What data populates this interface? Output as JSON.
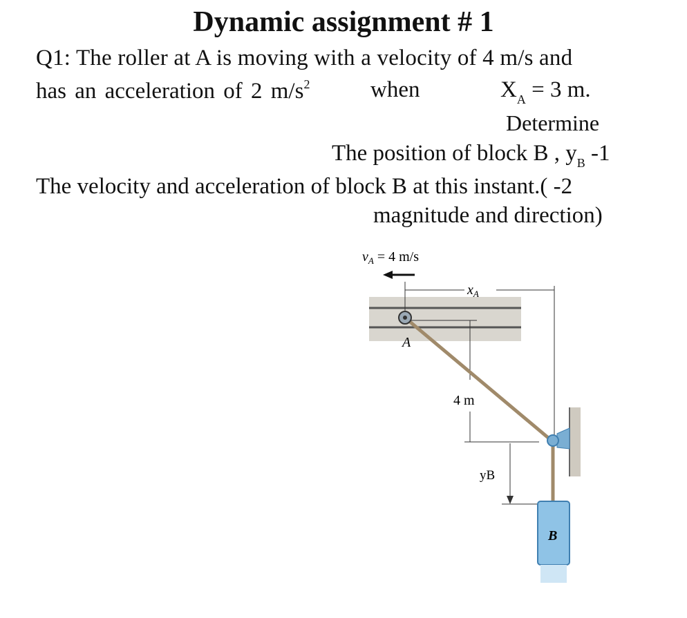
{
  "document": {
    "title": "Dynamic assignment # 1",
    "q1_line1": "Q1: The roller at A is moving with a velocity of 4 m/s and",
    "q1_line2_prefix": "has an acceleration of 2 m/s",
    "q1_line2_sup": "2",
    "q1_line2_when": "when",
    "xa_var": "X",
    "xa_sub": "A",
    "xa_value": " = 3 m.",
    "determine": "Determine",
    "item1_prefix": "The position of block B , y",
    "item1_sub": "B",
    "item1_suffix": " -1",
    "item2_line1": "The velocity and acceleration of block B at this instant.( -2",
    "item2_line2": "magnitude and direction)"
  },
  "figure": {
    "va_label": "vA = 4 m/s",
    "va_symbol": "v",
    "va_sub": "A",
    "va_rest": " = 4 m/s",
    "xa_label": "xA",
    "xa_symbol": "x",
    "xa_sub": "A",
    "roller_label": "A",
    "height_label": "4 m",
    "yb_label": "yB",
    "block_label": "B",
    "colors": {
      "rail": "#555555",
      "ground_shade": "#d9d6cf",
      "rope": "#a08a6a",
      "block_fill": "#8fc3e6",
      "block_edge": "#3f7fb0",
      "pulley": "#7aaed3",
      "wall": "#cfcac0"
    }
  }
}
